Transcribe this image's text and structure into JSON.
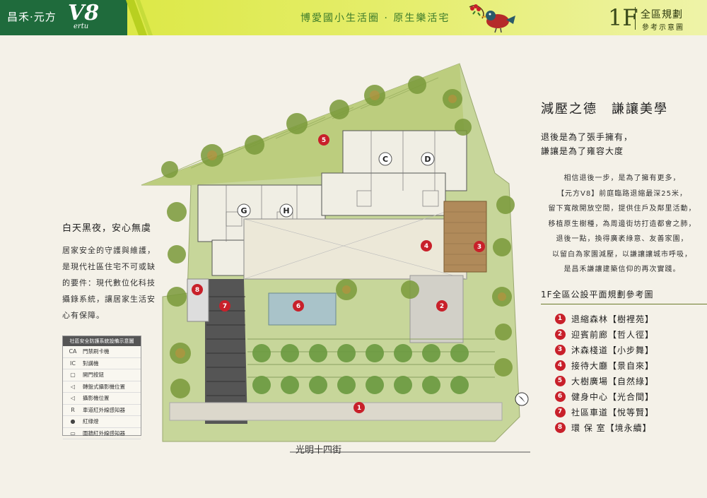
{
  "header": {
    "brand_cn": "昌禾·元方",
    "brand_v8": "V8",
    "brand_vertu": "ertu",
    "tagline": "博愛國小生活圈 · 原生樂活宅",
    "floor_code": "1F",
    "floor_title": "全區規劃",
    "floor_subtitle": "參考示意圖"
  },
  "plan": {
    "street_name": "光明十四街",
    "units": [
      "C",
      "D",
      "G",
      "H"
    ],
    "markers": [
      "1",
      "2",
      "3",
      "4",
      "5",
      "6",
      "7",
      "8"
    ]
  },
  "left": {
    "title": "白天黑夜，安心無虞",
    "lines": [
      "居家安全的守護與維護，",
      "是現代社區住宅不可或缺",
      "的要件：現代數位化科技",
      "攝錄系統，讓居家生活安",
      "心有保障。"
    ]
  },
  "legend": {
    "header": "社區安全防護系統設備示意圖",
    "items": [
      {
        "icon": "CA",
        "label": "門禁刷卡機"
      },
      {
        "icon": "IC",
        "label": "對講機"
      },
      {
        "icon": "▢",
        "label": "開門按鈕"
      },
      {
        "icon": "◁",
        "label": "轉盤式攝影機位置"
      },
      {
        "icon": "◁",
        "label": "攝影機位置"
      },
      {
        "icon": "R",
        "label": "車道紅外線感知器"
      },
      {
        "icon": "●",
        "label": "紅綠燈"
      },
      {
        "icon": "▭",
        "label": "圍牆紅外線感知器"
      }
    ]
  },
  "right": {
    "title": "減壓之德　謙讓美學",
    "sub": [
      "退後是為了張手擁有，",
      "謙讓是為了雍容大度"
    ],
    "para": [
      "相信退後一步，是為了擁有更多，",
      "【元方V8】前庭臨路退縮最深25米，",
      "留下寬敞開放空間，提供住戶及鄰里活動，",
      "移植原生樹種，為周邊街坊打造都會之肺，",
      "退後一點，換得廣袤綠意、友善家園，",
      "以留白為家園減壓，以謙讓讓城市呼吸，",
      "是昌禾謙讓建築信仰的再次實踐。"
    ],
    "list_title": "1F全區公設平面規劃參考圖",
    "list": [
      {
        "num": "1",
        "label": "退縮森林【樹裡苑】"
      },
      {
        "num": "2",
        "label": "迎賓前廊【哲人徑】"
      },
      {
        "num": "3",
        "label": "沐森棧道【小步舞】"
      },
      {
        "num": "4",
        "label": "接待大廳【景自來】"
      },
      {
        "num": "5",
        "label": "大樹廣場【自然綠】"
      },
      {
        "num": "6",
        "label": "健身中心【光合間】"
      },
      {
        "num": "7",
        "label": "社區車道【悅等賢】"
      },
      {
        "num": "8",
        "label": "環 保 室【境永續】"
      }
    ]
  },
  "colors": {
    "header_green": "#1f6b3c",
    "accent_red": "#c8202a",
    "lime": "#d8e635"
  }
}
